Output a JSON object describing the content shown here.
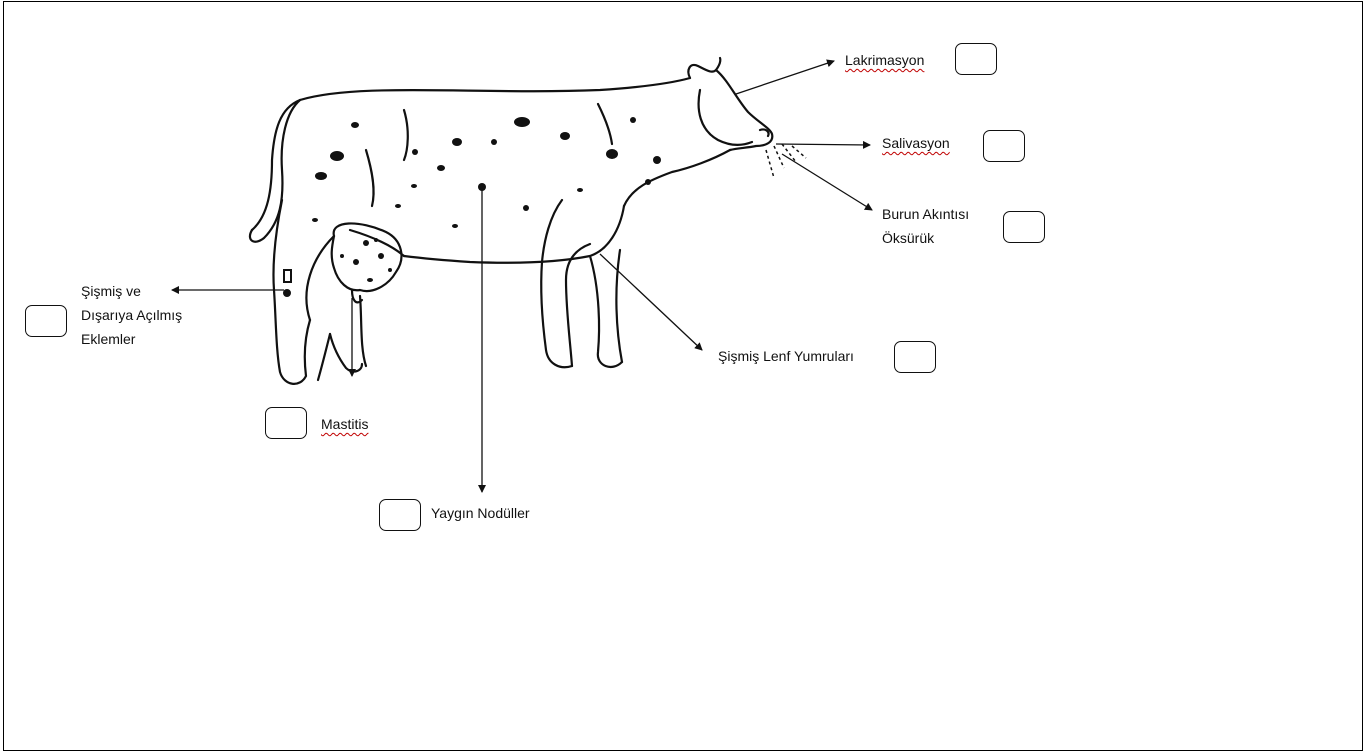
{
  "labels": {
    "lakrimasyon": "Lakrimasyon",
    "salivasyon": "Salivasyon",
    "burun_line1": "Burun Akıntısı",
    "burun_line2": "Öksürük",
    "lenf": "Şişmiş Lenf Yumruları",
    "eklem_line1": "Şişmiş ve",
    "eklem_line2": "Dışarıya Açılmış",
    "eklem_line3": "Eklemler",
    "mastitis": "Mastitis",
    "nodul": "Yaygın Nodüller"
  },
  "colors": {
    "ink": "#111111",
    "spellcheck": "#c00000",
    "background": "#ffffff"
  },
  "checkboxes": {
    "lakrimasyon": false,
    "salivasyon": false,
    "burun": false,
    "lenf": false,
    "eklem": false,
    "mastitis": false,
    "nodul": false
  }
}
